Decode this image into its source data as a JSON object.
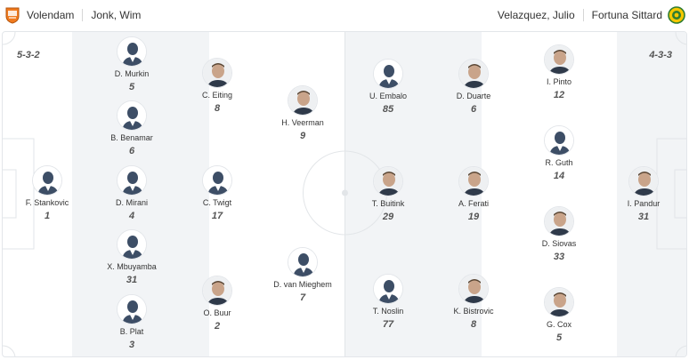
{
  "header": {
    "home_team": "Volendam",
    "home_coach": "Jonk, Wim",
    "away_coach": "Velazquez, Julio",
    "away_team": "Fortuna Sittard"
  },
  "colors": {
    "home_crest": "#f07a1e",
    "away_crest": "#f5c800",
    "stripe": "#f2f4f6",
    "pitch_line": "#e2e5e8"
  },
  "home": {
    "formation": "5-3-2",
    "players": [
      {
        "name": "F. Stankovic",
        "number": "1"
      },
      {
        "name": "D. Murkin",
        "number": "5"
      },
      {
        "name": "B. Benamar",
        "number": "6"
      },
      {
        "name": "D. Mirani",
        "number": "4"
      },
      {
        "name": "X. Mbuyamba",
        "number": "31"
      },
      {
        "name": "B. Plat",
        "number": "3"
      },
      {
        "name": "C. Eiting",
        "number": "8"
      },
      {
        "name": "C. Twigt",
        "number": "17"
      },
      {
        "name": "O. Buur",
        "number": "2"
      },
      {
        "name": "H. Veerman",
        "number": "9"
      },
      {
        "name": "D. van Mieghem",
        "number": "7"
      }
    ]
  },
  "away": {
    "formation": "4-3-3",
    "players": [
      {
        "name": "U. Embalo",
        "number": "85"
      },
      {
        "name": "T. Buitink",
        "number": "29"
      },
      {
        "name": "T. Noslin",
        "number": "77"
      },
      {
        "name": "D. Duarte",
        "number": "6"
      },
      {
        "name": "A. Ferati",
        "number": "19"
      },
      {
        "name": "K. Bistrovic",
        "number": "8"
      },
      {
        "name": "I. Pinto",
        "number": "12"
      },
      {
        "name": "R. Guth",
        "number": "14"
      },
      {
        "name": "D. Siovas",
        "number": "33"
      },
      {
        "name": "G. Cox",
        "number": "5"
      },
      {
        "name": "I. Pandur",
        "number": "31"
      }
    ]
  }
}
